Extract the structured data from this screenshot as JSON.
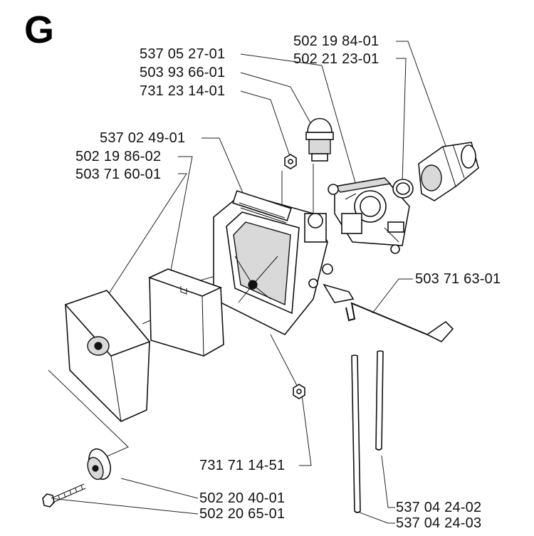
{
  "section": "G",
  "labels": [
    "537 05 27-01",
    "503 93 66-01",
    "731 23 14-01",
    "502 19 84-01",
    "502 21 23-01",
    "537 02 49-01",
    "502 19 86-02",
    "503 71 60-01",
    "503 71 63-01",
    "731 71 14-51",
    "502 20 40-01",
    "502 20 65-01",
    "537 04 24-02",
    "537 04 24-03"
  ]
}
